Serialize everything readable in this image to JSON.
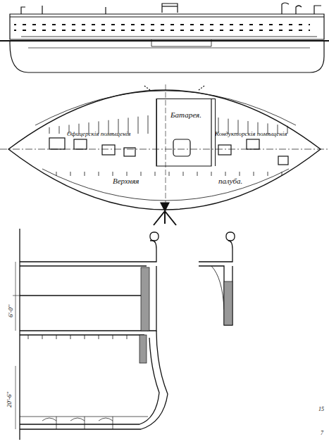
{
  "diagram": {
    "nodes": [
      {
        "text": [
          "Батарея."
        ]
      }
    ],
    "labels": [
      "Офицерскія помѣщенія",
      "Кондукторскія помѣщенія",
      "Верхняя",
      "палуба.",
      "6'-0\"",
      "20'-6\"",
      "15",
      "7"
    ]
  }
}
